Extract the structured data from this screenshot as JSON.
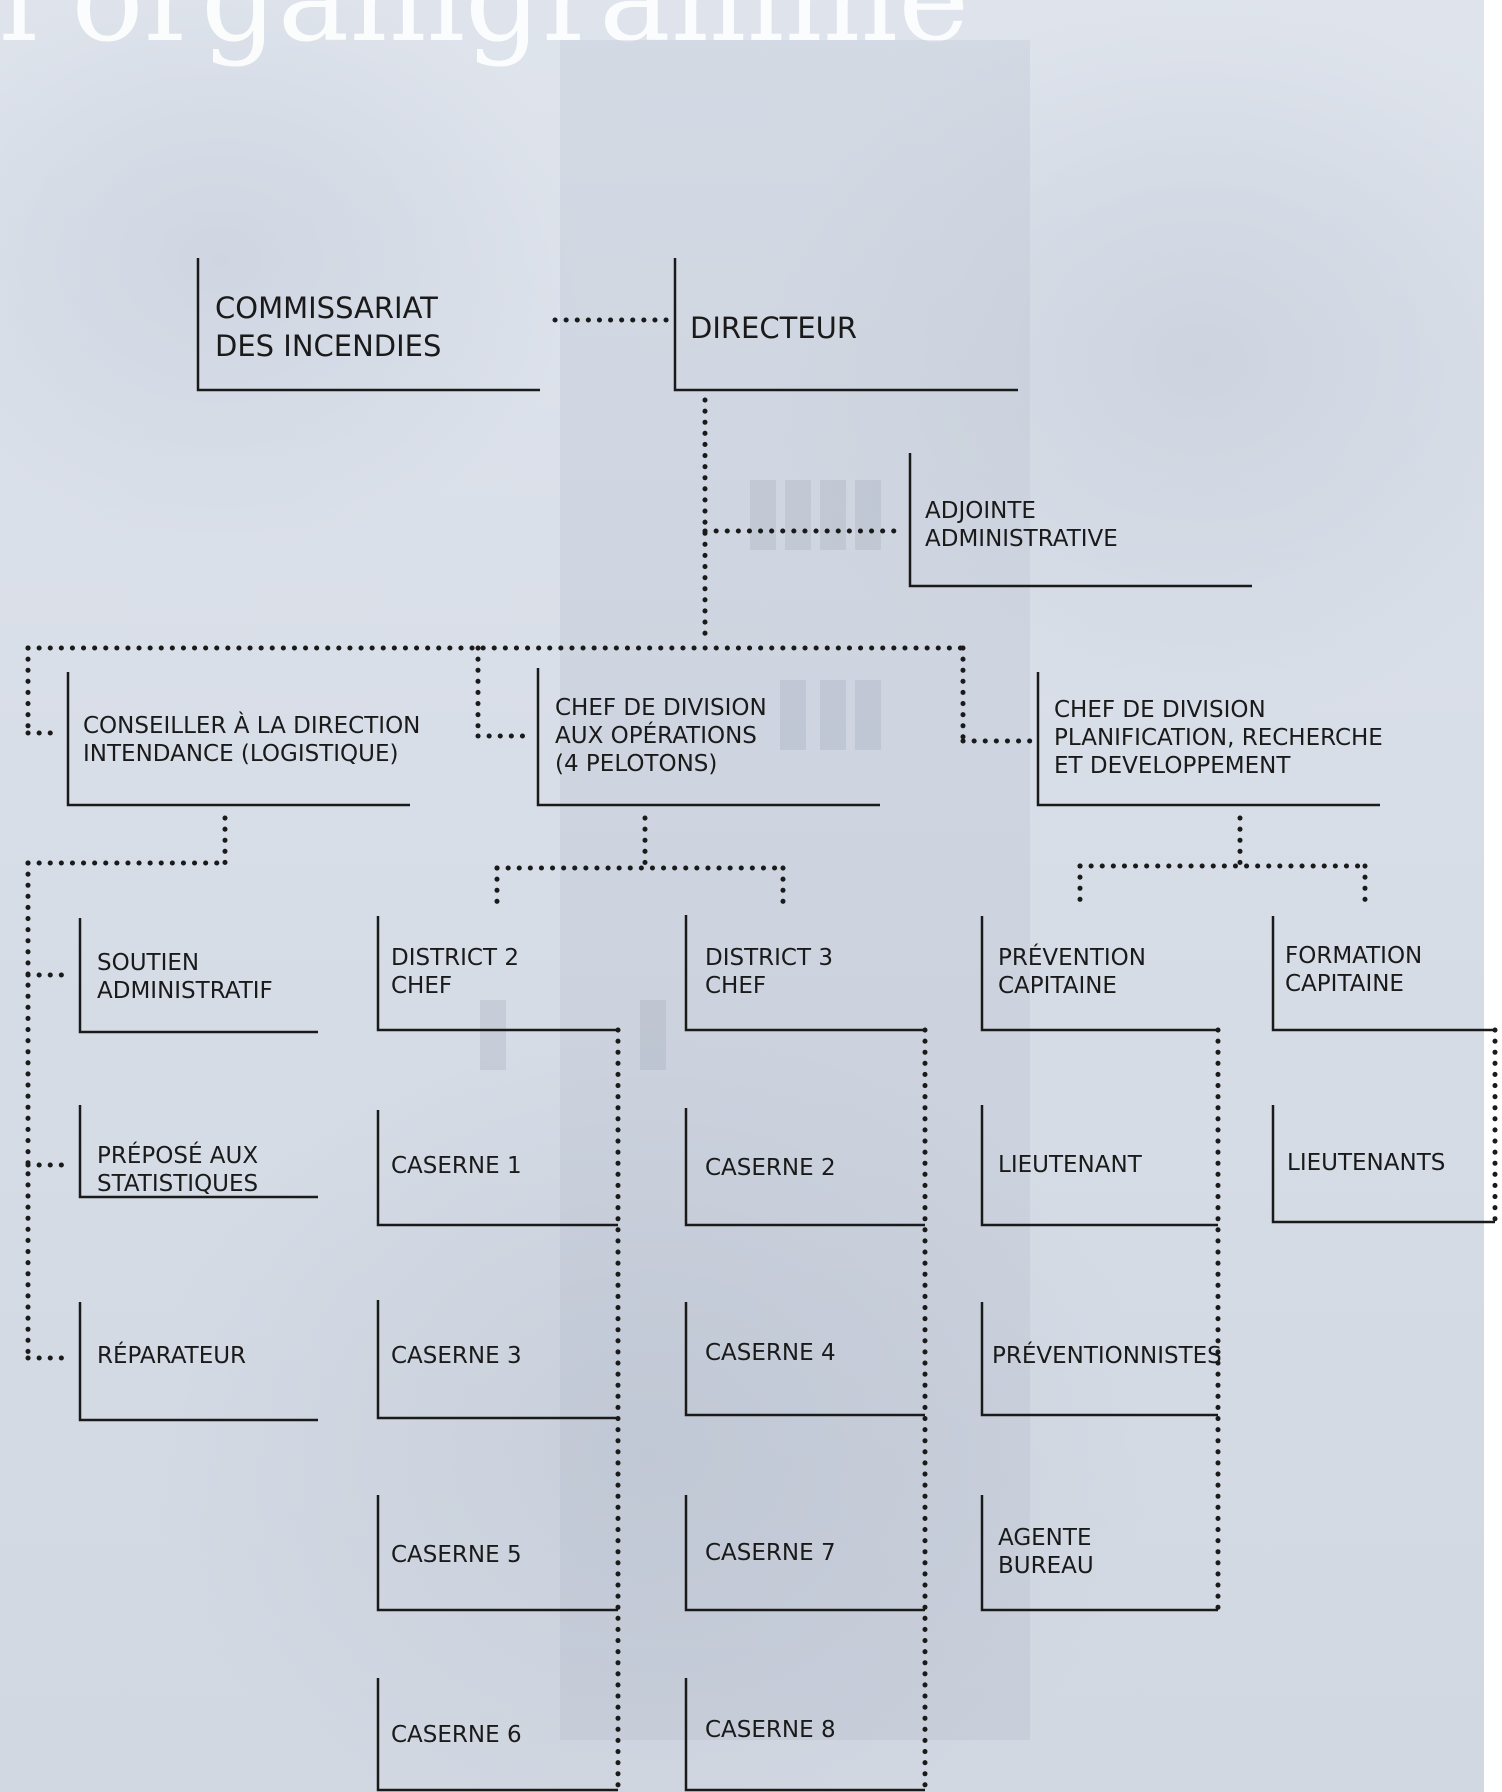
{
  "page": {
    "heading_fragment": "l'organigramme"
  },
  "colors": {
    "ink": "#1a1a1a",
    "background": "#d9dfe8"
  },
  "nodes": {
    "commissariat": [
      "COMMISSARIAT",
      "DES INCENDIES"
    ],
    "directeur": [
      "DIRECTEUR"
    ],
    "adjointe": [
      "ADJOINTE",
      "ADMINISTRATIVE"
    ],
    "conseiller": [
      "CONSEILLER À LA DIRECTION",
      "INTENDANCE (LOGISTIQUE)"
    ],
    "chef_operations": [
      "CHEF DE DIVISION",
      "AUX OPÉRATIONS",
      "(4 PELOTONS)"
    ],
    "chef_planification": [
      "CHEF DE DIVISION",
      "PLANIFICATION, RECHERCHE",
      "ET DEVELOPPEMENT"
    ],
    "soutien": [
      "SOUTIEN",
      "ADMINISTRATIF"
    ],
    "prepose": [
      "PRÉPOSÉ AUX",
      "STATISTIQUES"
    ],
    "reparateur": [
      "RÉPARATEUR"
    ],
    "district2": [
      "DISTRICT 2",
      "CHEF"
    ],
    "caserne1": [
      "CASERNE 1"
    ],
    "caserne3": [
      "CASERNE 3"
    ],
    "caserne5": [
      "CASERNE 5"
    ],
    "caserne6": [
      "CASERNE 6"
    ],
    "district3": [
      "DISTRICT 3",
      "CHEF"
    ],
    "caserne2": [
      "CASERNE 2"
    ],
    "caserne4": [
      "CASERNE 4"
    ],
    "caserne7": [
      "CASERNE 7"
    ],
    "caserne8": [
      "CASERNE 8"
    ],
    "prevention": [
      "PRÉVENTION",
      "CAPITAINE"
    ],
    "lieutenant": [
      "LIEUTENANT"
    ],
    "preventionnistes": [
      "PRÉVENTIONNISTES"
    ],
    "agente": [
      "AGENTE",
      "BUREAU"
    ],
    "formation": [
      "FORMATION",
      "CAPITAINE"
    ],
    "lieutenants": [
      "LIEUTENANTS"
    ]
  }
}
